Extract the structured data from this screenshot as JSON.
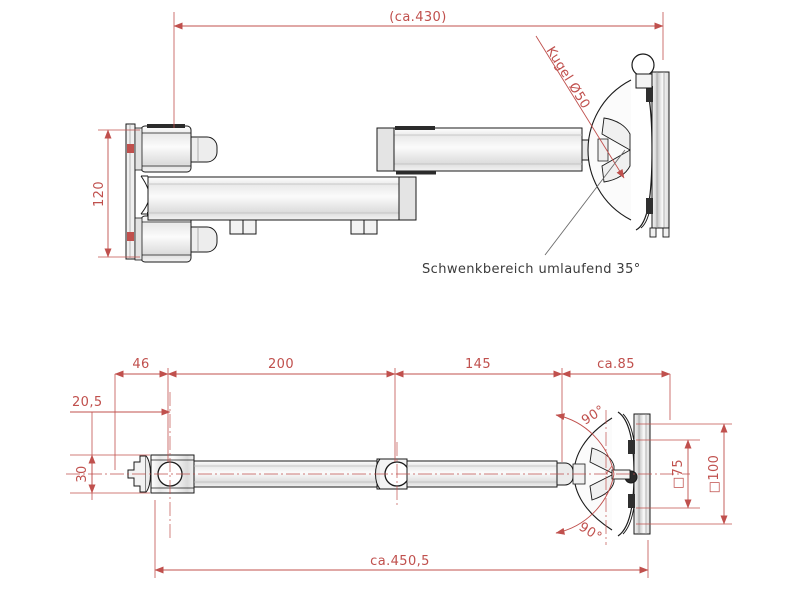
{
  "drawing": {
    "type": "technical-engineering-drawing",
    "subject": "Articulating monitor wall mount arm",
    "views": [
      "top-view",
      "side-view"
    ],
    "colors": {
      "dimension_red": "#c0504d",
      "outline_black": "#1a1a1a",
      "note_gray": "#3b3b3b",
      "shading_gray": "#d9d9d9",
      "background": "#ffffff"
    }
  },
  "top_view": {
    "dimensions": {
      "overall_length": "(ca.430)",
      "bracket_height": "120"
    },
    "annotations": {
      "ball": "Kugel Ø50",
      "swivel_range": "Schwenkbereich umlaufend 35°"
    }
  },
  "side_view": {
    "chain": [
      {
        "label": "46"
      },
      {
        "label": "200"
      },
      {
        "label": "145"
      },
      {
        "label": "ca.85"
      }
    ],
    "dimensions": {
      "offset_top": "20,5",
      "bracket_width": "30",
      "plate_inner": "□75",
      "plate_outer": "□100",
      "overall_length": "ca.450,5"
    },
    "annotations": {
      "angle_top": "90°",
      "angle_bottom": "90°"
    }
  }
}
